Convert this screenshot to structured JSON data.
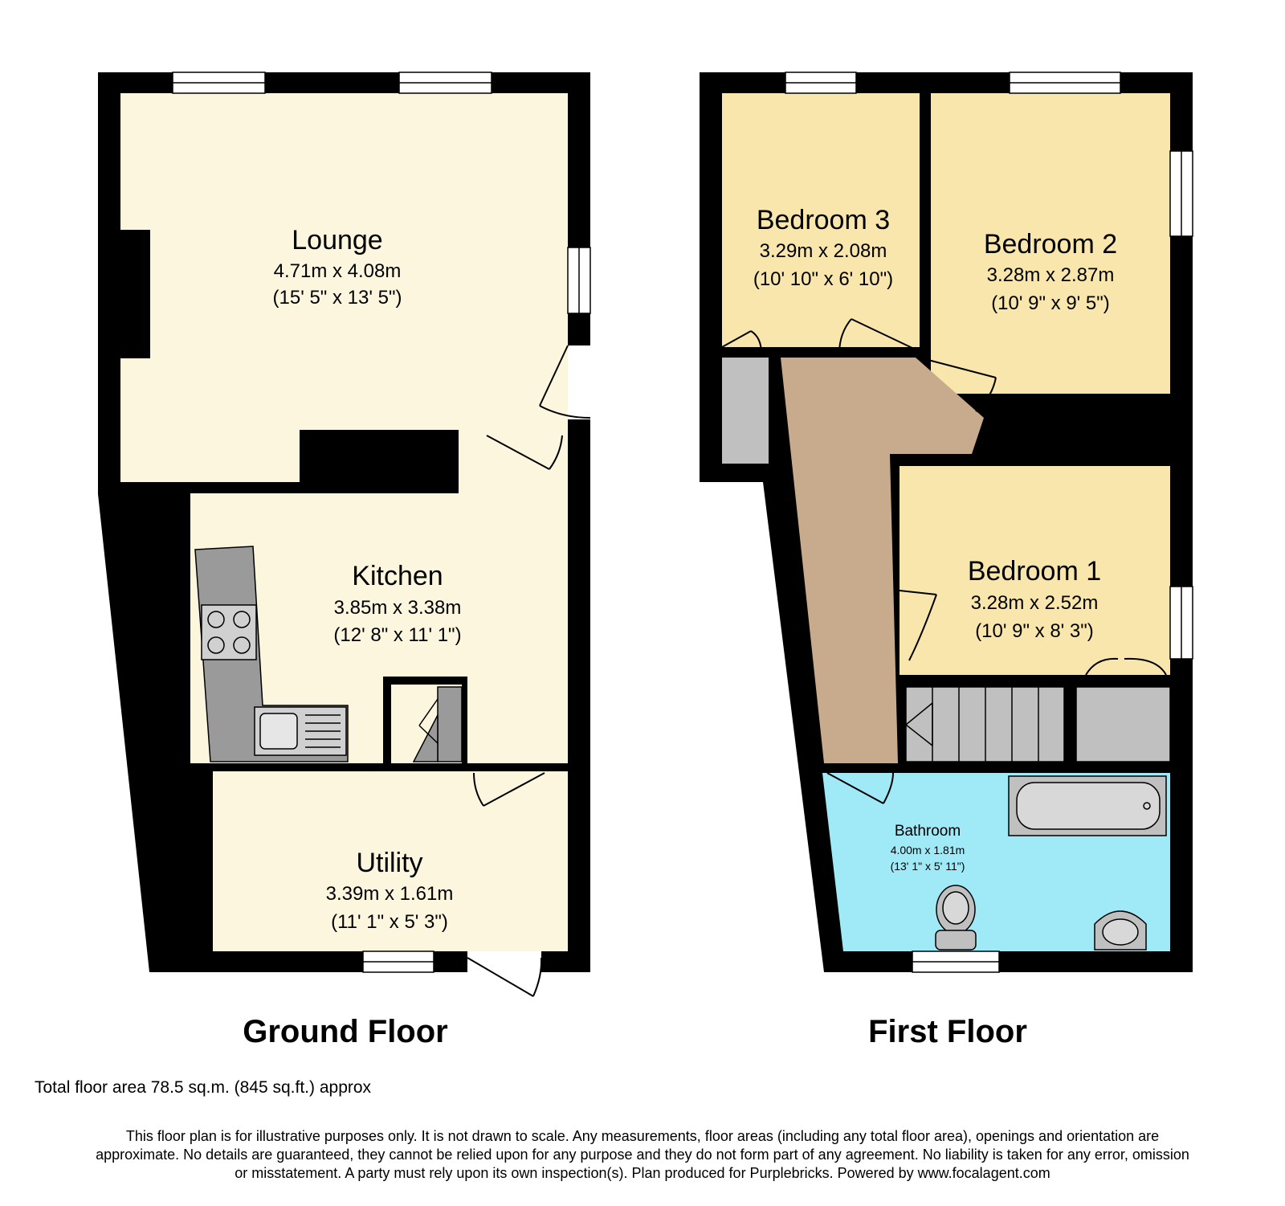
{
  "ground_floor": {
    "title": "Ground Floor",
    "rooms": {
      "lounge": {
        "name": "Lounge",
        "metric": "4.71m x 4.08m",
        "imperial": "(15' 5\" x 13' 5\")"
      },
      "kitchen": {
        "name": "Kitchen",
        "metric": "3.85m x 3.38m",
        "imperial": "(12' 8\" x 11' 1\")"
      },
      "utility": {
        "name": "Utility",
        "metric": "3.39m x 1.61m",
        "imperial": "(11' 1\" x 5' 3\")"
      }
    }
  },
  "first_floor": {
    "title": "First Floor",
    "rooms": {
      "bedroom3": {
        "name": "Bedroom 3",
        "metric": "3.29m x 2.08m",
        "imperial": "(10' 10\" x 6' 10\")"
      },
      "bedroom2": {
        "name": "Bedroom 2",
        "metric": "3.28m x 2.87m",
        "imperial": "(10' 9\" x 9' 5\")"
      },
      "bedroom1": {
        "name": "Bedroom 1",
        "metric": "3.28m x 2.52m",
        "imperial": "(10' 9\" x 8' 3\")"
      },
      "bathroom": {
        "name": "Bathroom",
        "metric": "4.00m x 1.81m",
        "imperial": "(13' 1\" x 5' 11\")"
      }
    }
  },
  "total_area": "Total floor area 78.5 sq.m. (845 sq.ft.) approx",
  "disclaimer": {
    "line1": "This floor plan is for illustrative purposes only. It is not drawn to scale. Any measurements, floor areas (including any total floor area), openings and orientation are",
    "line2": "approximate. No details are guaranteed, they cannot be relied upon for any purpose and they do not form part of any agreement. No liability is taken for any error, omission",
    "line3": "or misstatement. A party must rely upon its own inspection(s). Plan produced for Purplebricks. Powered by www.focalagent.com"
  },
  "colors": {
    "wall": "#000000",
    "ground_room": "#fbf6dd",
    "bedroom": "#f8e6ad",
    "landing": "#c7ab8c",
    "bathroom": "#a0eaf7",
    "fixture": "#c0c0c0"
  }
}
